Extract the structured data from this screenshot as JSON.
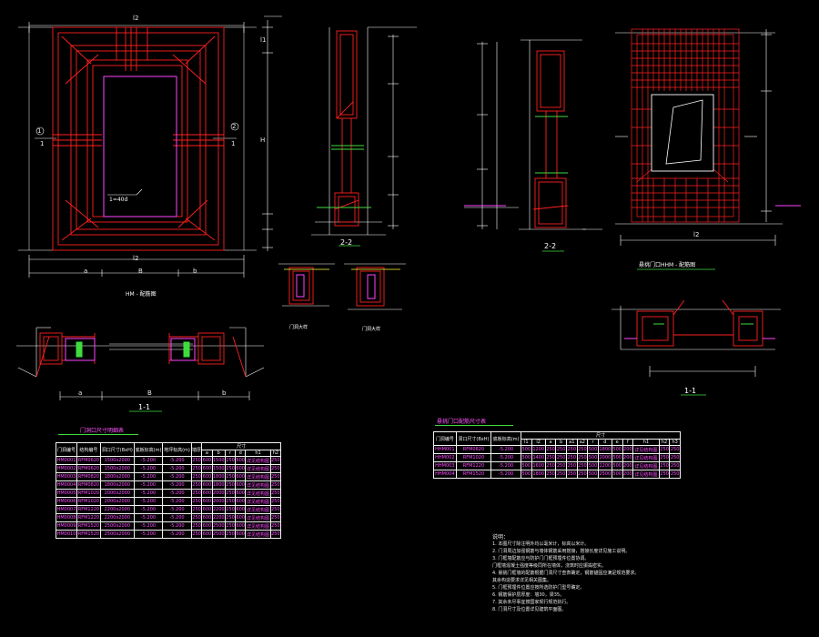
{
  "labels": {
    "L2_top": "l2",
    "L2_bot": "l2",
    "a_left": "a",
    "B_mid": "B",
    "b_right": "b",
    "sec_label_left": "1-1",
    "sec_label_22a": "2-2",
    "sec_label_22b": "2-2",
    "sec_label_right": "1-1",
    "circ1": "1",
    "circ2": "2",
    "one_left": "1",
    "one_right": "1",
    "H_left": "H",
    "l1_right": "l1",
    "sec_a": "a",
    "sec_B": "B",
    "sec_b": "b",
    "elev_label": "l2",
    "anchor_note": "1=40d"
  },
  "titles": {
    "left_plan": "HM - 配筋图",
    "right_plan": "悬挑门口HHM - 配筋图",
    "detail_a": "门洞大样",
    "detail_b": "门洞大样",
    "table_left": "门洞口尺寸明细表",
    "table_right": "悬挑门口配筋尺寸表"
  },
  "table_left": {
    "header_top": [
      "门洞编号",
      "结构编号",
      "洞口尺寸(BxH)",
      "底板标高(m)",
      "地坪标高(m)",
      "墙厚",
      "尺寸"
    ],
    "header_sub": [
      "a",
      "b",
      "r",
      "d",
      "h1",
      "h2"
    ],
    "rows": [
      [
        "HM0001",
        "RFM0620",
        "1500x2000",
        "-5.200",
        "-5.200",
        "250",
        "600",
        "1500",
        "250",
        "600",
        "详见结构图",
        "250"
      ],
      [
        "HM0002",
        "RFM0620",
        "1500x2000",
        "-5.200",
        "-5.200",
        "250",
        "600",
        "1500",
        "250",
        "600",
        "详见结构图",
        "250"
      ],
      [
        "HM0003",
        "RFM0820",
        "1800x2000",
        "-5.200",
        "-5.200",
        "250",
        "600",
        "1800",
        "250",
        "600",
        "详见结构图",
        "250"
      ],
      [
        "HM0004",
        "RFM0820",
        "1800x2000",
        "-5.200",
        "-5.200",
        "250",
        "600",
        "1800",
        "250",
        "600",
        "详见结构图",
        "250"
      ],
      [
        "HM0005",
        "RFM1020",
        "2000x2000",
        "-5.200",
        "-5.200",
        "250",
        "600",
        "2000",
        "250",
        "600",
        "详见结构图",
        "250"
      ],
      [
        "HM0006",
        "RFM1020",
        "2000x2000",
        "-5.200",
        "-5.200",
        "250",
        "600",
        "2000",
        "250",
        "600",
        "详见结构图",
        "250"
      ],
      [
        "HM0007",
        "RFM1220",
        "2200x2000",
        "-5.200",
        "-5.200",
        "250",
        "600",
        "2200",
        "250",
        "600",
        "详见结构图",
        "250"
      ],
      [
        "HM0008",
        "RFM1220",
        "2200x2000",
        "-5.200",
        "-5.200",
        "250",
        "600",
        "2200",
        "250",
        "600",
        "详见结构图",
        "250"
      ],
      [
        "HM0009",
        "RFM1520",
        "2500x2000",
        "-5.200",
        "-5.200",
        "250",
        "600",
        "2500",
        "250",
        "600",
        "详见结构图",
        "250"
      ],
      [
        "HM0010",
        "RFM1520",
        "2500x2000",
        "-5.200",
        "-5.200",
        "250",
        "600",
        "2500",
        "250",
        "600",
        "详见结构图",
        "250"
      ]
    ]
  },
  "table_right": {
    "header_top": [
      "门洞编号",
      "洞口尺寸(BxH)",
      "底板标高(m)",
      "尺寸"
    ],
    "header_sub": [
      "l1",
      "l2",
      "a",
      "b",
      "a1",
      "a2",
      "r",
      "d",
      "e",
      "f",
      "h1",
      "h2",
      "h3"
    ],
    "rows": [
      [
        "HHM001",
        "RFM0820",
        "-5.200",
        "500",
        "1200",
        "250",
        "250",
        "250",
        "250",
        "500",
        "1800",
        "500",
        "200",
        "详见结构图",
        "250",
        "250"
      ],
      [
        "HHM002",
        "RFM1020",
        "-5.200",
        "500",
        "1400",
        "250",
        "250",
        "250",
        "250",
        "500",
        "2000",
        "500",
        "200",
        "详见结构图",
        "250",
        "250"
      ],
      [
        "HHM003",
        "RFM1220",
        "-5.200",
        "500",
        "1600",
        "250",
        "250",
        "250",
        "250",
        "500",
        "2200",
        "500",
        "200",
        "详见结构图",
        "250",
        "250"
      ],
      [
        "HHM004",
        "RFM1520",
        "-5.200",
        "500",
        "1800",
        "250",
        "250",
        "250",
        "250",
        "500",
        "2500",
        "500",
        "200",
        "详见结构图",
        "250",
        "250"
      ]
    ]
  },
  "notes": {
    "head": "说明：",
    "lines": [
      "1. 本图尺寸除注明外均以毫米计，标高以米计。",
      "2. 门洞周边加强钢筋与墙体钢筋采用搭接，搭接长度详见施工说明。",
      "3. 门框墙配筋应与防护门门框预埋件位置协调。",
      "   门框墙混凝土强度等级同所在墙体，浇筑时应振捣密实。",
      "4. 悬挑门框墙的配筋根据门洞尺寸查表确定，钢筋锚固应满足规范要求。",
      "   其余构造要求详见相关图集。",
      "5. 门框预埋件位置应按所选防护门型号确定。",
      "6. 钢筋保护层厚度：墙30，梁35。",
      "7. 其余未尽事宜按国家现行规范执行。",
      "8. 门洞尺寸及位置详见建筑平面图。"
    ]
  }
}
